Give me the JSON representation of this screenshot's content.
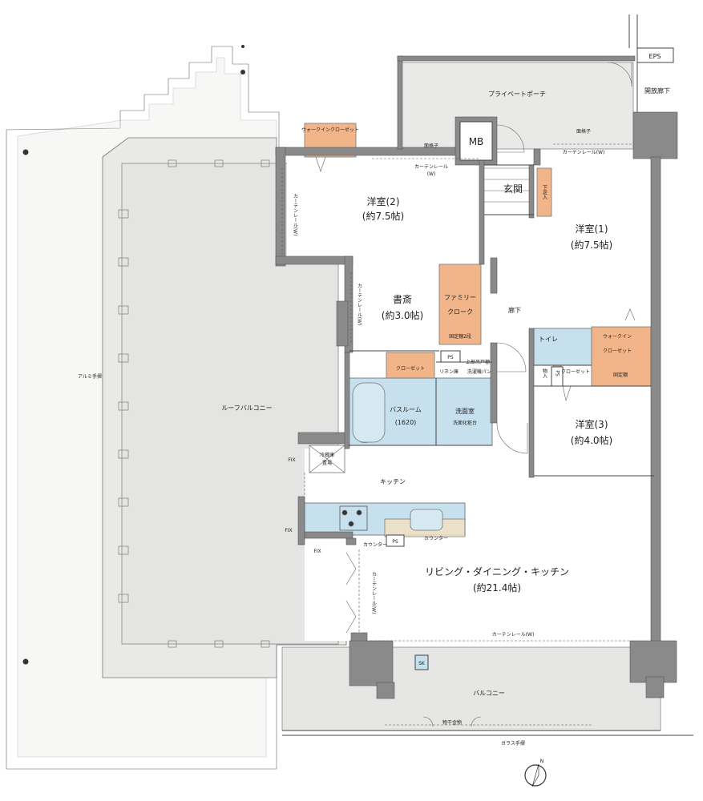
{
  "colors": {
    "terrace": "#e9eae7",
    "balcony": "#e6e7e4",
    "wall": "#8a8a8a",
    "wet_area": "#c6e0ee",
    "storage": "#f2b489",
    "line": "#444444"
  },
  "labels": {
    "eps": "EPS",
    "open_corridor": "開放廊下",
    "private_porch": "プライベートポーチ",
    "walk_in_closet_top": "ウォークインクローゼット",
    "lattice_1": "面格子",
    "lattice_2": "面格子",
    "curtain_rail_w_1": "カーテンレール",
    "curtain_rail_w_1b": "(W)",
    "curtain_rail_w_2": "カーテンレール(W)",
    "mb": "MB",
    "entrance": "玄関",
    "shoe_box": "下足入",
    "room2_name": "洋室(2)",
    "room2_size": "(約7.5帖)",
    "room1_name": "洋室(1)",
    "room1_size": "(約7.5帖)",
    "study_name": "書斎",
    "study_size": "(約3.0帖)",
    "curtain_rail_v_1": "カーテンレール(W)",
    "curtain_rail_v_2": "カーテンレール(W)",
    "family_cloak_1": "ファミリー",
    "family_cloak_2": "クローク",
    "fixed_shelf_2": "固定棚2段",
    "corridor": "廊下",
    "toilet": "トイレ",
    "walk_in_1": "ウォークイン",
    "walk_in_2": "クローゼット",
    "fixed_shelf": "固定棚",
    "ps_1": "PS",
    "upper_cabinet": "上部吊戸棚",
    "closet_study": "クローゼット",
    "linen": "リネン庫",
    "washer_pan": "洗濯機パン",
    "storage_small": "物入",
    "ps_2": "PS",
    "closet_room3": "クローゼット",
    "bathroom_1": "バスルーム",
    "bathroom_2": "(1620)",
    "washroom": "洗面室",
    "vanity": "洗面化粧台",
    "room3_name": "洋室(3)",
    "room3_size": "(約4.0帖)",
    "aluminum_rail": "アルミ手摺",
    "roof_balcony": "ルーフバルコニー",
    "fix_1": "FIX",
    "fridge_1": "冷蔵庫",
    "fridge_2": "置場",
    "kitchen": "キッチン",
    "fix_2": "FIX",
    "fix_3": "FIX",
    "counter_1": "カウンター",
    "ps_3": "PS",
    "counter_2": "カウンター",
    "ldk_name": "リビング・ダイニング・キッチン",
    "ldk_size": "(約21.4帖)",
    "curtain_rail_v_3": "カーテンレール(W)",
    "curtain_rail_ldk": "カーテンレール(W)",
    "sk": "SK",
    "balcony": "バルコニー",
    "hanger": "物干金物",
    "glass_rail": "ガラス手摺",
    "north": "N"
  }
}
